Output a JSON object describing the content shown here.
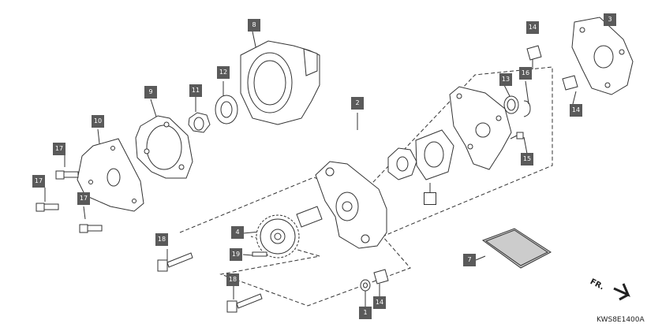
{
  "diagram": {
    "reference_code": "KWS8E1400A",
    "front_marker": "FR.",
    "colors": {
      "line": "#333333",
      "callout_fill": "#5a5a5a",
      "callout_text": "#ffffff",
      "part_fill": "#ffffff",
      "filter_mesh": "#cccccc"
    },
    "callouts": [
      {
        "label": "8"
      },
      {
        "label": "14"
      },
      {
        "label": "3"
      },
      {
        "label": "12"
      },
      {
        "label": "11"
      },
      {
        "label": "9"
      },
      {
        "label": "2"
      },
      {
        "label": "13"
      },
      {
        "label": "16"
      },
      {
        "label": "14"
      },
      {
        "label": "10"
      },
      {
        "label": "17"
      },
      {
        "label": "17"
      },
      {
        "label": "17"
      },
      {
        "label": "15"
      },
      {
        "label": ""
      },
      {
        "label": "4"
      },
      {
        "label": "18"
      },
      {
        "label": "19"
      },
      {
        "label": "18"
      },
      {
        "label": "7"
      },
      {
        "label": "14"
      },
      {
        "label": "1"
      }
    ]
  }
}
